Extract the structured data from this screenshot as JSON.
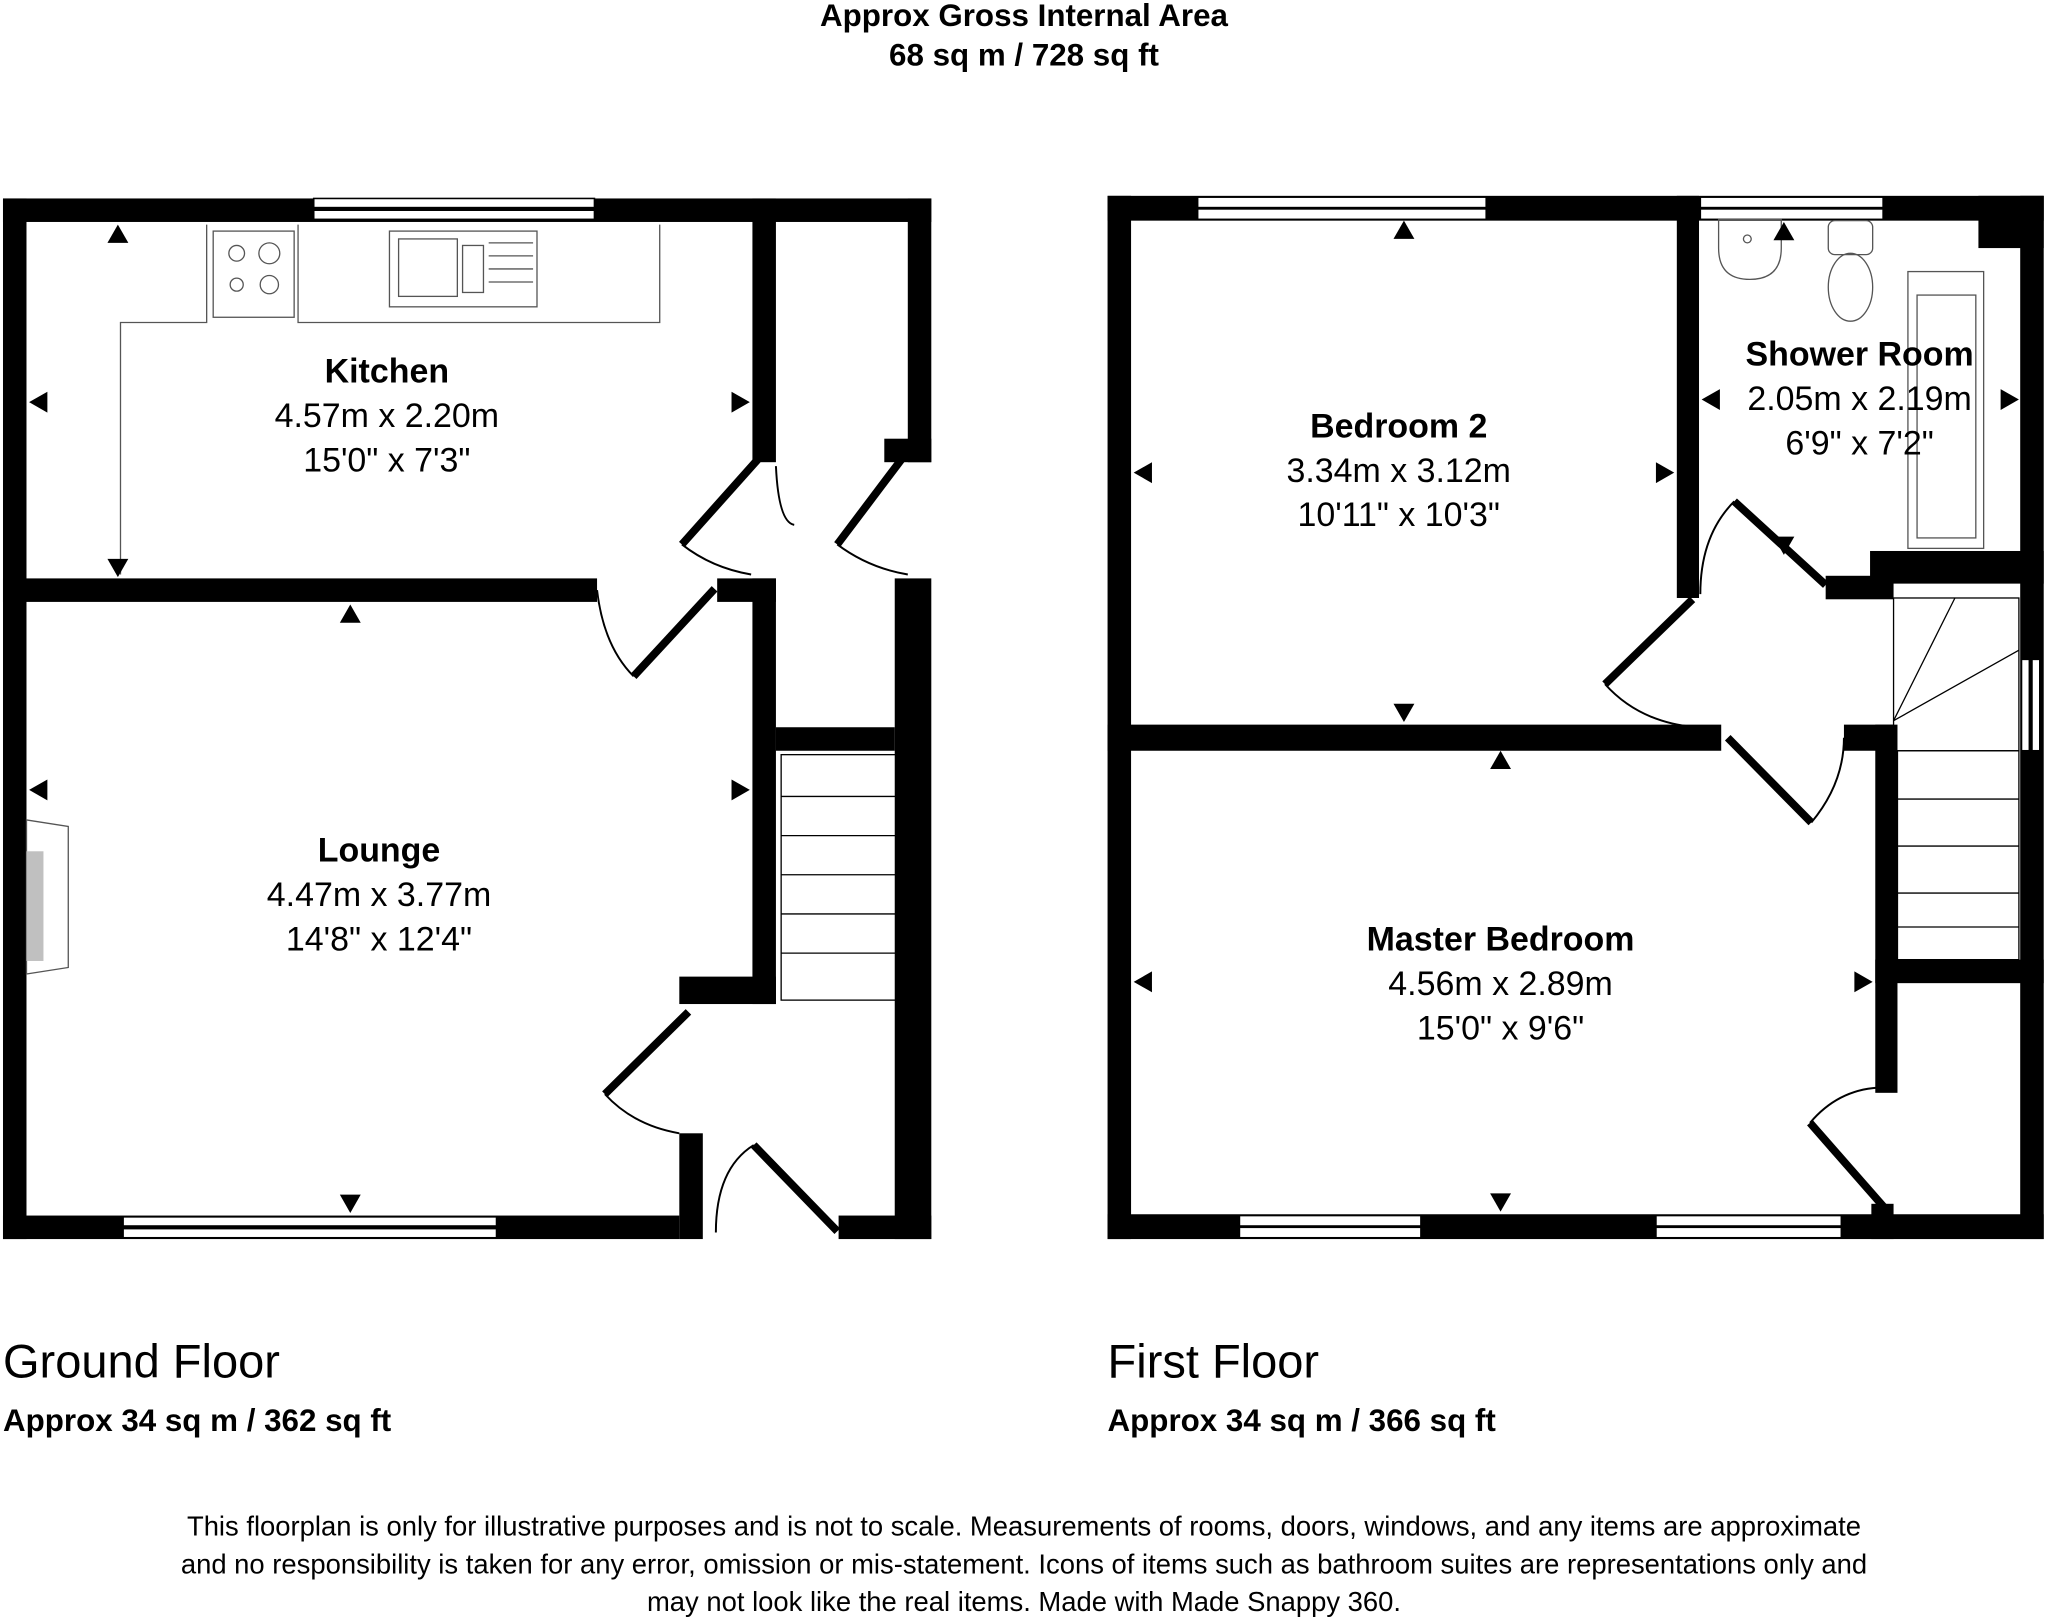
{
  "header": {
    "title": "Approx Gross Internal Area",
    "total_area": "68 sq m / 728 sq ft"
  },
  "ground_floor": {
    "label": "Ground Floor",
    "area": "Approx 34 sq m / 362 sq ft",
    "rooms": [
      {
        "name": "Kitchen",
        "metric": "4.57m x 2.20m",
        "imperial": "15'0\" x 7'3\""
      },
      {
        "name": "Lounge",
        "metric": "4.47m x 3.77m",
        "imperial": "14'8\" x 12'4\""
      }
    ]
  },
  "first_floor": {
    "label": "First Floor",
    "area": "Approx 34 sq m / 366 sq ft",
    "rooms": [
      {
        "name": "Bedroom 2",
        "metric": "3.34m x 3.12m",
        "imperial": "10'11\" x 10'3\""
      },
      {
        "name": "Shower Room",
        "metric": "2.05m x 2.19m",
        "imperial": "6'9\" x 7'2\""
      },
      {
        "name": "Master Bedroom",
        "metric": "4.56m x 2.89m",
        "imperial": "15'0\" x 9'6\""
      }
    ]
  },
  "disclaimer": {
    "line1": "This floorplan is only for illustrative purposes and is not to scale. Measurements of rooms, doors, windows, and any items are approximate",
    "line2": "and no responsibility is taken for any error, omission or mis-statement. Icons of items such as bathroom suites are representations only and",
    "line3": "may not look like the real items. Made with Made Snappy 360."
  },
  "colors": {
    "wall": "#000000",
    "background": "#ffffff",
    "fireplace": "#c0c0c0"
  }
}
